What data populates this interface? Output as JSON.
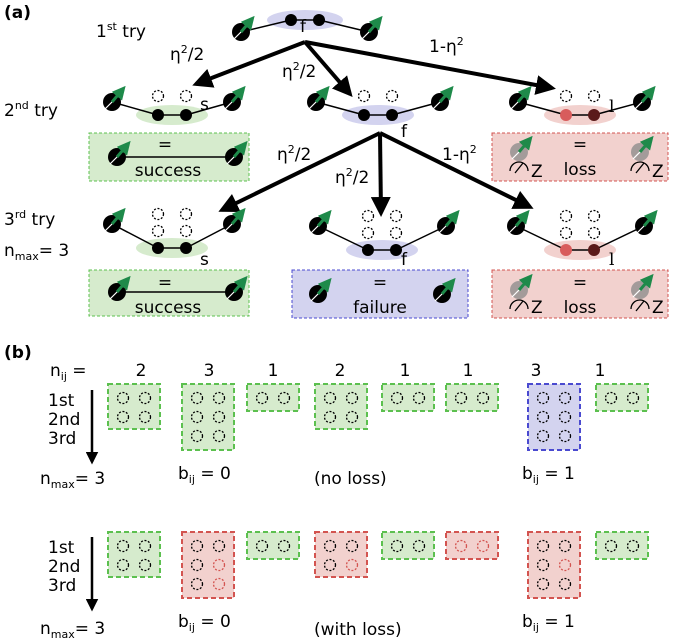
{
  "panel_a": {
    "label": "(a)",
    "try1": {
      "pre": "1",
      "sup": "st",
      "post": " try"
    },
    "try2": {
      "pre": "2",
      "sup": "nd",
      "post": " try"
    },
    "try3": {
      "pre": "3",
      "sup": "rd",
      "post": " try"
    },
    "nmax": {
      "pre": "n",
      "sub": "max",
      "post": "= 3"
    },
    "node_f": "f",
    "node_s": "s",
    "node_l": "l",
    "branch_half": {
      "base": "η",
      "sup": "2",
      "post": "/2"
    },
    "branch_loss": {
      "pre": "1-η",
      "sup": "2"
    },
    "eq": "=",
    "success": "success",
    "failure": "failure",
    "loss": "loss",
    "z": "Z"
  },
  "panel_b": {
    "label": "(b)",
    "nij_label": {
      "pre": "n",
      "sub": "ij",
      "post": " ="
    },
    "nij_values": [
      "2",
      "3",
      "1",
      "2",
      "1",
      "1",
      "3",
      "1"
    ],
    "rows": [
      "1st",
      "2nd",
      "3rd"
    ],
    "nmax": {
      "pre": "n",
      "sub": "max",
      "post": "= 3"
    },
    "bij0": {
      "pre": "b",
      "sub": "ij",
      "post": " = 0"
    },
    "bij1": {
      "pre": "b",
      "sub": "ij",
      "post": " = 1"
    },
    "no_loss": "(no loss)",
    "with_loss": "(with loss)"
  },
  "colors": {
    "green_fill": "#d6ebcd",
    "green_stroke": "#5cc04f",
    "blue_fill": "#d3d3ef",
    "blue_stroke": "#4a4ad0",
    "red_fill": "#f2d1ce",
    "red_stroke": "#d35450",
    "arrow_green": "#1e8a4a",
    "red_dot": "#d85c5c",
    "dark_red_dot": "#5a1a1a"
  }
}
